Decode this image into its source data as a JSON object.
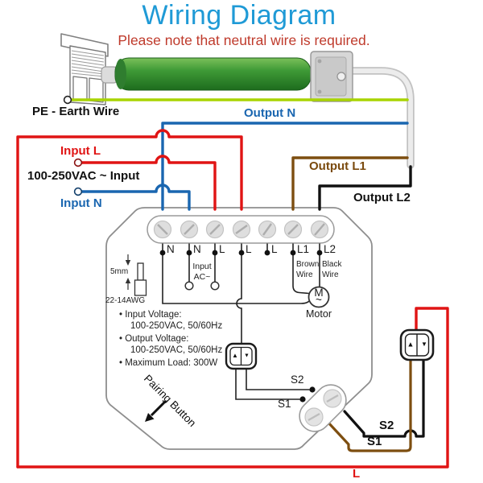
{
  "header": {
    "title": "Wiring Diagram",
    "subtitle": "Please note that neutral wire is required."
  },
  "colors": {
    "title_blue": "#1f9ad6",
    "note_red": "#bf3a2b",
    "wire_red": "#e01414",
    "wire_blue": "#1a66b0",
    "wire_green_earth": "#a8d400",
    "wire_brown": "#7d4e10",
    "wire_black": "#111111",
    "motor_green": "#3f9b37"
  },
  "left_labels": {
    "pe_earth": "PE - Earth Wire",
    "input_l": "Input L",
    "vac_input": "100-250VAC ~ Input",
    "input_n": "Input N"
  },
  "right_labels": {
    "output_n": "Output N",
    "output_l1": "Output L1",
    "output_l2": "Output L2"
  },
  "bottom_labels": {
    "line_l": "L",
    "s2": "S2",
    "s1": "S1"
  },
  "module": {
    "terminals": [
      "N",
      "N",
      "L",
      "L",
      "L",
      "L1",
      "L2"
    ],
    "input_ac_line1": "Input",
    "input_ac_line2": "AC~",
    "l1_wire_line1": "Brown",
    "l1_wire_line2": "Wire",
    "l2_wire_line1": "Black",
    "l2_wire_line2": "Wire",
    "motor_m": "M",
    "motor_tilde": "~",
    "motor_label": "Motor",
    "strip_length": "5mm",
    "awg": "22-14AWG",
    "specs": [
      "• Input Voltage:",
      "100-250VAC, 50/60Hz",
      "• Output Voltage:",
      "100-250VAC, 50/60Hz",
      "• Maximum Load: 300W"
    ],
    "pairing_button": "Pairing Button",
    "s2": "S2",
    "s1": "S1"
  },
  "switch_icon": {
    "up": "▲",
    "down": "▼"
  }
}
